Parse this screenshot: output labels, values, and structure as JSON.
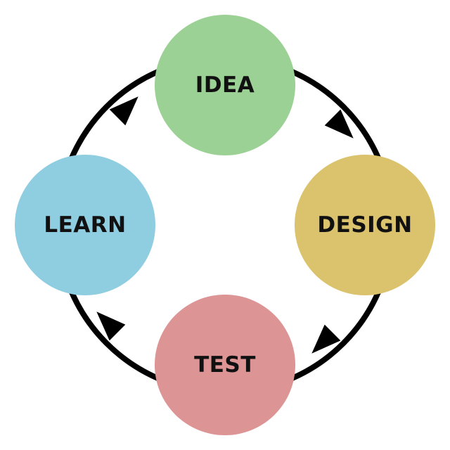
{
  "diagram": {
    "type": "cycle",
    "direction": "clockwise",
    "ring_color": "#000000",
    "nodes": [
      {
        "id": "idea",
        "label": "IDEA",
        "color": "#9bd194"
      },
      {
        "id": "design",
        "label": "DESIGN",
        "color": "#dbc26c"
      },
      {
        "id": "test",
        "label": "TEST",
        "color": "#dc9495"
      },
      {
        "id": "learn",
        "label": "LEARN",
        "color": "#8fcde0"
      }
    ],
    "edges": [
      {
        "from": "idea",
        "to": "design"
      },
      {
        "from": "design",
        "to": "test"
      },
      {
        "from": "test",
        "to": "learn"
      },
      {
        "from": "learn",
        "to": "idea"
      }
    ]
  }
}
